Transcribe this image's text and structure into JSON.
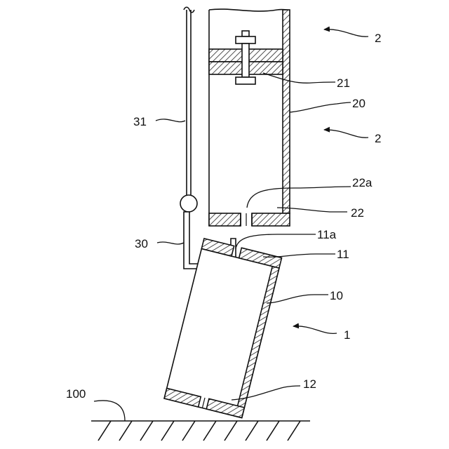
{
  "labels": {
    "ref_2_top": "2",
    "ref_21": "21",
    "ref_20": "20",
    "ref_2_mid": "2",
    "ref_31": "31",
    "ref_22a": "22a",
    "ref_22": "22",
    "ref_30": "30",
    "ref_11a": "11a",
    "ref_11": "11",
    "ref_10": "10",
    "ref_1": "1",
    "ref_12": "12",
    "ref_100": "100"
  }
}
